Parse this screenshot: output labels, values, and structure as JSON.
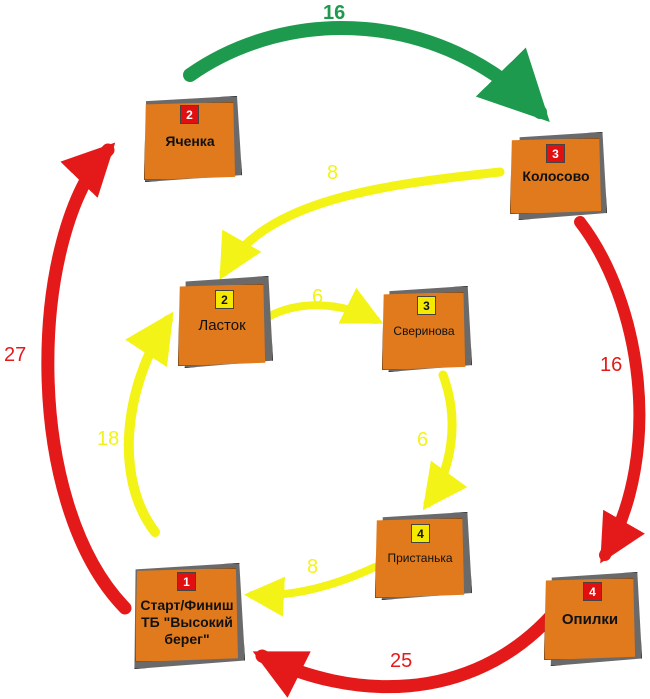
{
  "colors": {
    "green": "#1e9a4e",
    "red": "#e41a1a",
    "yellow": "#f3f318",
    "node": "#e07a1d",
    "node_shadow": "#6a6a6a"
  },
  "nodes": [
    {
      "id": "start",
      "badge": "1",
      "badge_color": "red",
      "label": "Старт/Финиш\nТБ \"Высокий\nберег\""
    },
    {
      "id": "yachenka",
      "badge": "2",
      "badge_color": "red",
      "label": "Яченка"
    },
    {
      "id": "kolosovo",
      "badge": "3",
      "badge_color": "red",
      "label": "Колосово"
    },
    {
      "id": "opilki",
      "badge": "4",
      "badge_color": "red",
      "label": "Опилки"
    },
    {
      "id": "lastok",
      "badge": "2",
      "badge_color": "yellow",
      "label": "Ласток"
    },
    {
      "id": "sverinovo",
      "badge": "3",
      "badge_color": "yellow",
      "label": "Сверинова"
    },
    {
      "id": "pristanka",
      "badge": "4",
      "badge_color": "yellow",
      "label": "Пристанька"
    }
  ],
  "edges": [
    {
      "id": "yachenka-kolosovo",
      "color": "green",
      "label": "16"
    },
    {
      "id": "kolosovo-opilki",
      "color": "red",
      "label": "16"
    },
    {
      "id": "opilki-start",
      "color": "red",
      "label": "25"
    },
    {
      "id": "start-yachenka",
      "color": "red",
      "label": "27"
    },
    {
      "id": "kolosovo-lastok",
      "color": "yellow",
      "label": "8"
    },
    {
      "id": "lastok-sverinovo",
      "color": "yellow",
      "label": "6"
    },
    {
      "id": "sverinovo-pristanka",
      "color": "yellow",
      "label": "6"
    },
    {
      "id": "pristanka-start",
      "color": "yellow",
      "label": "8"
    },
    {
      "id": "start-lastok",
      "color": "yellow",
      "label": "18"
    }
  ]
}
